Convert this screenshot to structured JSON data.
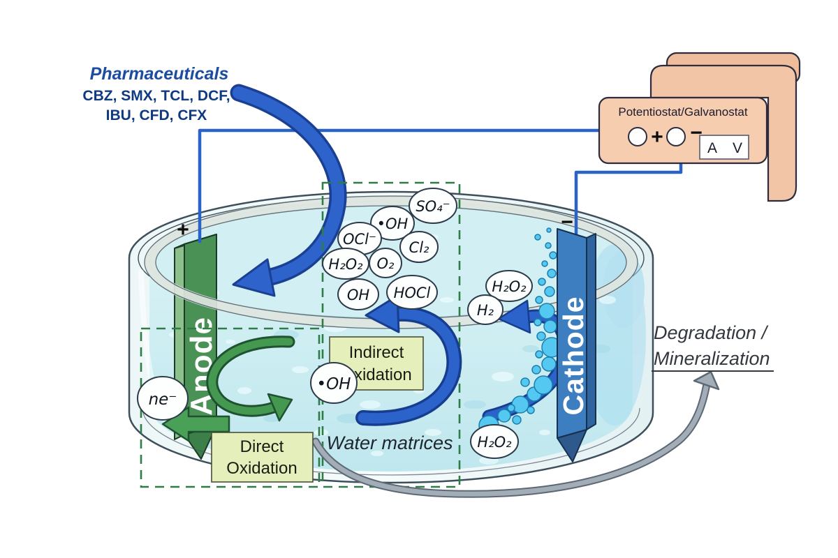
{
  "pharmaceuticals": {
    "title": "Pharmaceuticals",
    "line1": "CBZ, SMX, TCL, DCF,",
    "line2": "IBU, CFD, CFX"
  },
  "device": {
    "label": "Potentiostat/Galvanostat",
    "plus": "+",
    "minus": "−",
    "ammeter": "A",
    "voltmeter": "V"
  },
  "cell": {
    "anode_label": "Anode",
    "cathode_label": "Cathode",
    "anode_sign": "+",
    "cathode_sign": "−"
  },
  "species": {
    "so4": "SO₄⁻",
    "oh_radical": "•OH",
    "ocl": "OCl⁻",
    "cl2": "Cl₂",
    "h2o2": "H₂O₂",
    "o2": "O₂",
    "oh": "OH",
    "hocl": "HOCl",
    "h2o2_top": "H₂O₂",
    "h2": "H₂",
    "h2o2_bottom": "H₂O₂",
    "ne": "ne⁻",
    "oh_anode": "•OH"
  },
  "labels": {
    "indirect_line1": "Indirect",
    "indirect_line2": "Oxidation",
    "direct_line1": "Direct",
    "direct_line2": "Oxidation",
    "water_matrices": "Water matrices",
    "degradation_line1": "Degradation /",
    "degradation_line2": "Mineralization"
  },
  "colors": {
    "anode_green": "#4a9156",
    "cathode_blue": "#3d7ec0",
    "arrow_blue": "#2c63cb",
    "wire_blue": "#2963c8",
    "device_salmon": "#f7cdb0",
    "box_green": "#e4efbb",
    "dashed_green": "#2e7d46",
    "water": "#cdecf2",
    "arrow_gray": "#a3adb8"
  }
}
